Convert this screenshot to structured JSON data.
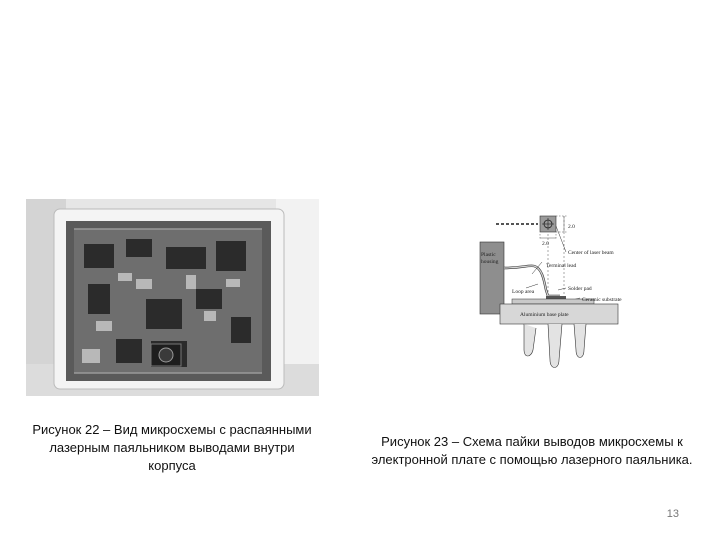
{
  "figure22": {
    "caption": "Рисунок 22 – Вид микросхемы с распаянными лазерным паяльником выводами внутри корпуса"
  },
  "figure23": {
    "caption": "Рисунок 23 – Схема пайки выводов микросхемы к электронной плате с помощью лазерного паяльника.",
    "labels": {
      "dim_top": "2.0",
      "dim_side": "2.0",
      "center_of_laser_beam": "Center of laser beam",
      "terminal_lead": "Terminal lead",
      "plastic": "Plastic",
      "housing": "housing",
      "loop_area": "Loop area",
      "solder_pad": "Solder pad",
      "ceramic_substrate": "Ceramic substrate",
      "aluminium_base_plate": "Aluminium base plate"
    }
  },
  "page": {
    "number": "13"
  }
}
